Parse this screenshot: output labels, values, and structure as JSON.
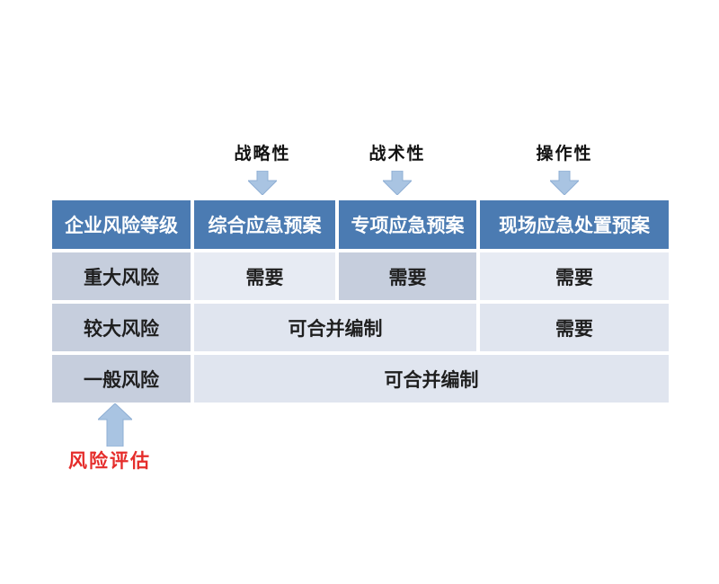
{
  "colors": {
    "header_bg": "#4b7bb2",
    "header_text": "#ffffff",
    "medium_cell_bg": "#c6cedd",
    "light_cell_bg": "#e7ebf3",
    "light_cell_bg2": "#e0e5ef",
    "arrow_fill": "#a9c4e2",
    "arrow_border": "#8fafd4",
    "risk_label_color": "#e52d2b",
    "body_text": "#1f1f1f"
  },
  "plan_types": [
    {
      "label": "战略性"
    },
    {
      "label": "战术性"
    },
    {
      "label": "操作性"
    }
  ],
  "table": {
    "headers": [
      "企业风险等级",
      "综合应急预案",
      "专项应急预案",
      "现场应急处置预案"
    ],
    "rows": [
      {
        "risk": "重大风险",
        "cells": [
          "需要",
          "需要",
          "需要"
        ]
      },
      {
        "risk": "较大风险",
        "cells": [
          "可合并编制",
          "需要"
        ]
      },
      {
        "risk": "一般风险",
        "cells": [
          "可合并编制"
        ]
      }
    ]
  },
  "bottom": {
    "label": "风险评估"
  }
}
